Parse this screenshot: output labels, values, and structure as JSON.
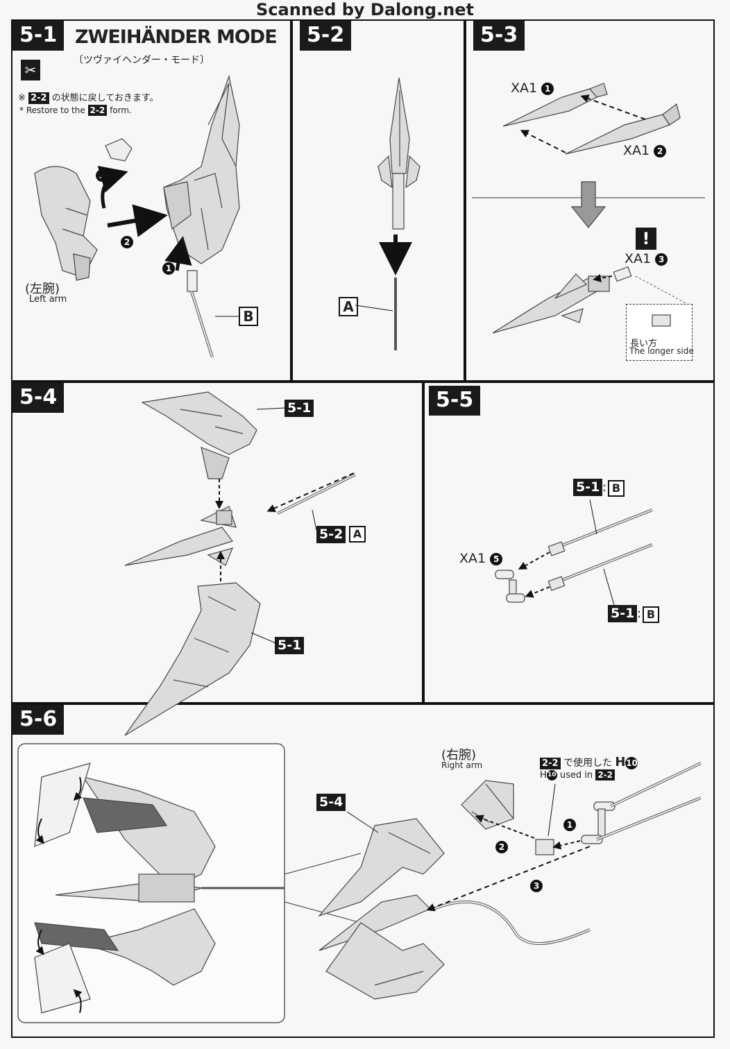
{
  "header": {
    "scanner": "Scanned by Dalong.net"
  },
  "steps": {
    "s51": {
      "number": "5-1",
      "title": "ZWEIHÄNDER MODE",
      "subtitle": "〔ツヴァイヘンダー・モード〕",
      "note_ref": "2-2",
      "note_jp": "の状態に戻しておきます。",
      "note_en_pre": "* Restore to the",
      "note_en_post": "form.",
      "arm_jp": "(左腕)",
      "arm_en": "Left arm",
      "part": "B"
    },
    "s52": {
      "number": "5-2",
      "part": "A"
    },
    "s53": {
      "number": "5-3",
      "p1": "XA1",
      "p2": "XA1",
      "p3": "XA1",
      "n1": "1",
      "n2": "2",
      "n3": "3",
      "caution": "!",
      "longer_jp": "長い方",
      "longer_en": "The longer side"
    },
    "s54": {
      "number": "5-4",
      "ref_top": "5-1",
      "ref_mid": "5-2",
      "ref_mid_part": "A",
      "ref_bottom": "5-1"
    },
    "s55": {
      "number": "5-5",
      "ref_top": "5-1",
      "ref_top_part": "B",
      "part": "XA1",
      "n": "5",
      "ref_bottom": "5-1",
      "ref_bottom_part": "B"
    },
    "s56": {
      "number": "5-6",
      "ref": "5-4",
      "arm_jp": "(右腕)",
      "arm_en": "Right arm",
      "used_ref": "2-2",
      "used_jp": "で使用した",
      "used_part": "H",
      "used_num": "10",
      "used_en_pre": "H",
      "used_en_mid": "used in",
      "used_en_ref": "2-2"
    }
  },
  "arrow_numbers": [
    "1",
    "2",
    "3"
  ],
  "colors": {
    "ink": "#1a1a1a",
    "part": "#d9d9d9",
    "paper": "#f7f7f6"
  }
}
